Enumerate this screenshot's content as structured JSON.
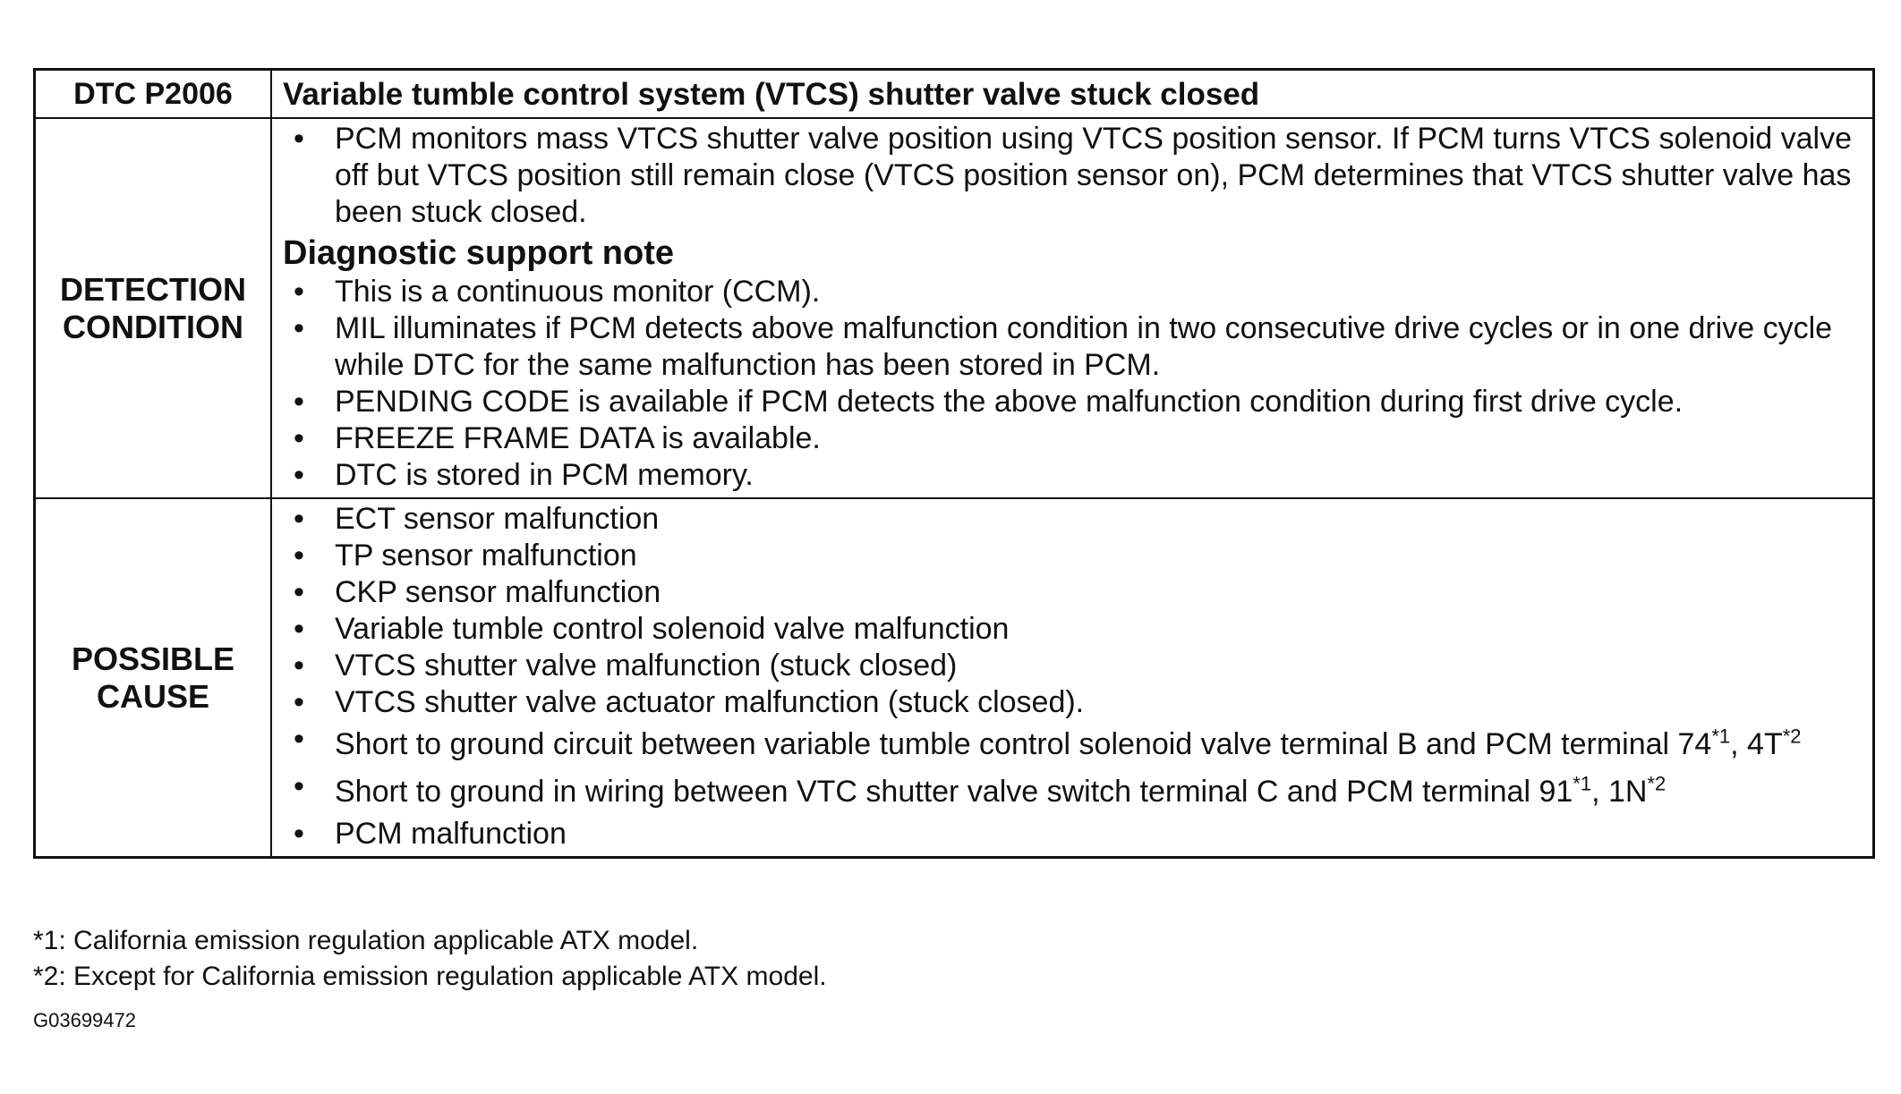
{
  "header": {
    "code": "DTC P2006",
    "title": "Variable tumble control system (VTCS) shutter valve stuck closed"
  },
  "detection": {
    "label_line1": "DETECTION",
    "label_line2": "CONDITION",
    "main_bullet": "PCM monitors mass VTCS shutter valve position using VTCS position sensor. If PCM turns VTCS solenoid valve off but VTCS position still remain close (VTCS position sensor on), PCM determines that VTCS shutter valve has been stuck closed.",
    "note_heading": "Diagnostic support note",
    "notes": [
      "This is a continuous monitor (CCM).",
      "MIL illuminates if PCM detects above malfunction condition in two consecutive drive cycles or in one drive cycle while DTC for the same malfunction has been stored in PCM.",
      "PENDING CODE is available if PCM detects the above malfunction condition during first drive cycle.",
      "FREEZE FRAME DATA is available.",
      "DTC is stored in PCM memory."
    ]
  },
  "cause": {
    "label_line1": "POSSIBLE",
    "label_line2": "CAUSE",
    "items": [
      "ECT sensor malfunction",
      "TP sensor malfunction",
      "CKP sensor malfunction",
      "Variable tumble control solenoid valve malfunction",
      "VTCS shutter valve malfunction (stuck closed)",
      "VTCS shutter valve actuator malfunction (stuck closed)."
    ],
    "short1": {
      "text_a": "Short to ground circuit between variable tumble control solenoid valve terminal B and PCM terminal 74",
      "ref_a": "*1",
      "text_b": ", 4T",
      "ref_b": "*2"
    },
    "short2": {
      "text_a": "Short to ground in wiring between VTC shutter valve switch terminal C and PCM terminal 91",
      "ref_a": "*1",
      "text_b": ", 1N",
      "ref_b": "*2"
    },
    "last_item": "PCM malfunction"
  },
  "footnotes": [
    "*1:  California emission regulation applicable ATX model.",
    "*2:  Except for California emission regulation applicable ATX model."
  ],
  "figure_id": "G03699472"
}
